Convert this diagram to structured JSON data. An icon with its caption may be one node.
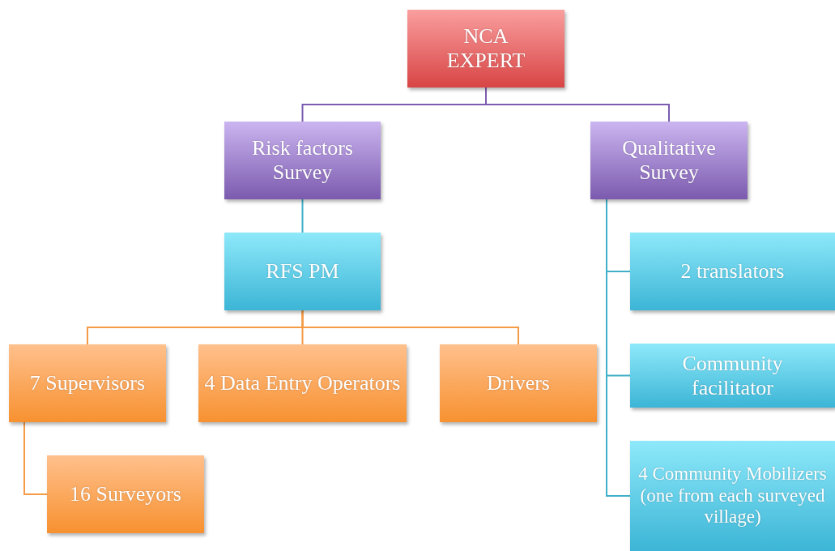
{
  "diagram": {
    "nodes": [
      {
        "text": [
          "NCA EXPERT"
        ]
      },
      {
        "text": [
          "Risk factors Survey"
        ]
      },
      {
        "text": [
          "Qualitative Survey"
        ]
      },
      {
        "text": [
          "RFS PM"
        ]
      },
      {
        "text": [
          "7 Supervisors"
        ]
      },
      {
        "text": [
          "4 Data Entry Operators"
        ]
      },
      {
        "text": [
          "Drivers"
        ]
      },
      {
        "text": [
          "16 Surveyors"
        ]
      },
      {
        "text": [
          "2 translators"
        ]
      },
      {
        "text": [
          "Community facilitator"
        ]
      },
      {
        "text": [
          "4 Community Mobilizers (one from each surveyed village)"
        ]
      }
    ],
    "edges": [
      {
        "from": 0,
        "to": 1,
        "arrow": "none",
        "color": "#7d5cb0"
      },
      {
        "from": 0,
        "to": 2,
        "arrow": "none",
        "color": "#7d5cb0"
      },
      {
        "from": 1,
        "to": 3,
        "arrow": "none",
        "color": "#3fb0c8"
      },
      {
        "from": 3,
        "to": 4,
        "arrow": "none",
        "color": "#f59a45"
      },
      {
        "from": 3,
        "to": 5,
        "arrow": "none",
        "color": "#f59a45"
      },
      {
        "from": 3,
        "to": 6,
        "arrow": "none",
        "color": "#f59a45"
      },
      {
        "from": 4,
        "to": 7,
        "arrow": "none",
        "color": "#f59a45"
      },
      {
        "from": 2,
        "to": 8,
        "arrow": "none",
        "color": "#3fb0c8"
      },
      {
        "from": 2,
        "to": 9,
        "arrow": "none",
        "color": "#3fb0c8"
      },
      {
        "from": 2,
        "to": 10,
        "arrow": "none",
        "color": "#3fb0c8"
      }
    ]
  }
}
